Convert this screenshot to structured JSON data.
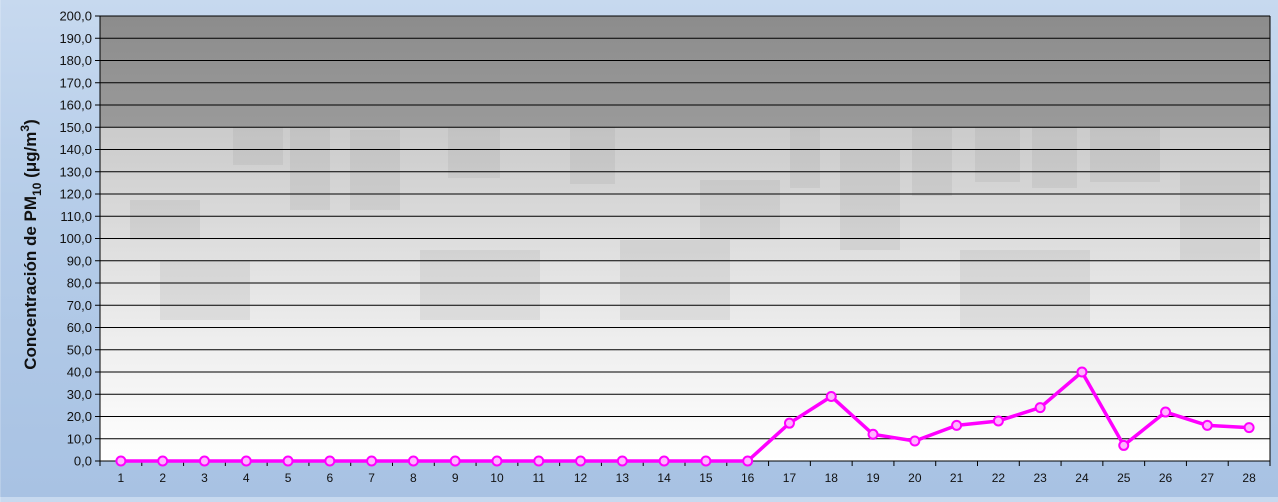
{
  "chart_data": {
    "type": "line",
    "title": "",
    "xlabel": "",
    "ylabel": {
      "prefix": "Concentración de PM",
      "sub": "10",
      "middle": " (μg/m",
      "sup": "3",
      "suffix": ")"
    },
    "ylim": [
      0,
      200
    ],
    "ytick_step": 10,
    "ytick_labels": [
      "0,0",
      "10,0",
      "20,0",
      "30,0",
      "40,0",
      "50,0",
      "60,0",
      "70,0",
      "80,0",
      "90,0",
      "100,0",
      "110,0",
      "120,0",
      "130,0",
      "140,0",
      "150,0",
      "160,0",
      "170,0",
      "180,0",
      "190,0",
      "200,0"
    ],
    "grid": true,
    "shaded_band": {
      "from": 150,
      "to": 200,
      "color": "#8f8f8f"
    },
    "categories": [
      "1",
      "2",
      "3",
      "4",
      "5",
      "6",
      "7",
      "8",
      "9",
      "10",
      "11",
      "12",
      "13",
      "14",
      "15",
      "16",
      "17",
      "18",
      "19",
      "20",
      "21",
      "22",
      "23",
      "24",
      "25",
      "26",
      "27",
      "28"
    ],
    "series": [
      {
        "color": "#ff00ff",
        "values": [
          0,
          0,
          0,
          0,
          0,
          0,
          0,
          0,
          0,
          0,
          0,
          0,
          0,
          0,
          0,
          0,
          17,
          29,
          12,
          9,
          16,
          18,
          24,
          40,
          7,
          22,
          16,
          15
        ]
      }
    ]
  }
}
